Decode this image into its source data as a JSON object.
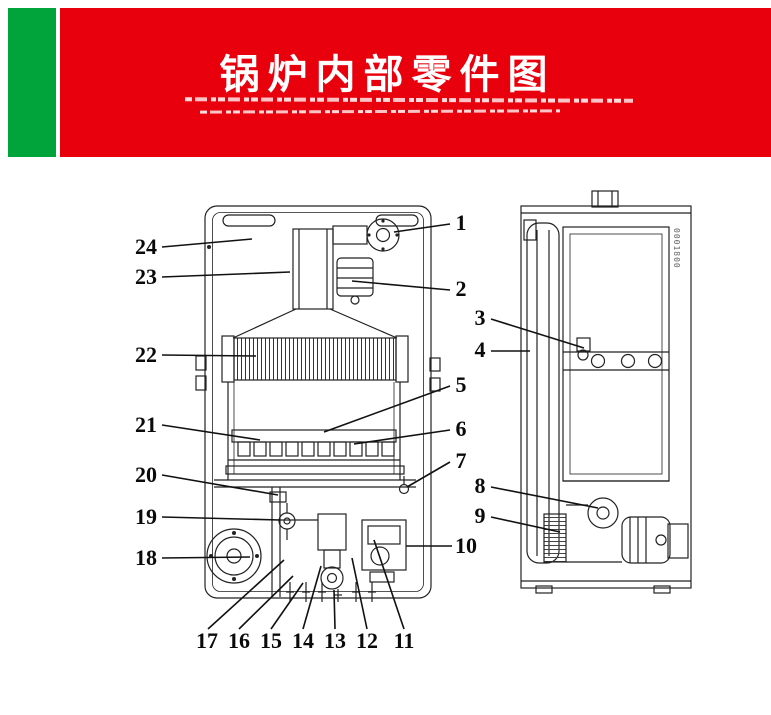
{
  "header": {
    "title": "锅炉内部零件图"
  },
  "colors": {
    "banner_red": "#e8000d",
    "accent_green": "#00a43b",
    "line_black": "#1c1c1c"
  },
  "callouts": {
    "left": [
      "24",
      "23",
      "22",
      "21",
      "20",
      "19",
      "18"
    ],
    "right": [
      "1",
      "2",
      "5",
      "6",
      "7",
      "10"
    ],
    "side": [
      "3",
      "4",
      "8",
      "9"
    ],
    "bottom": [
      "17",
      "16",
      "15",
      "14",
      "13",
      "12",
      "11"
    ]
  },
  "side_view": {
    "serial_text": "0001800"
  }
}
